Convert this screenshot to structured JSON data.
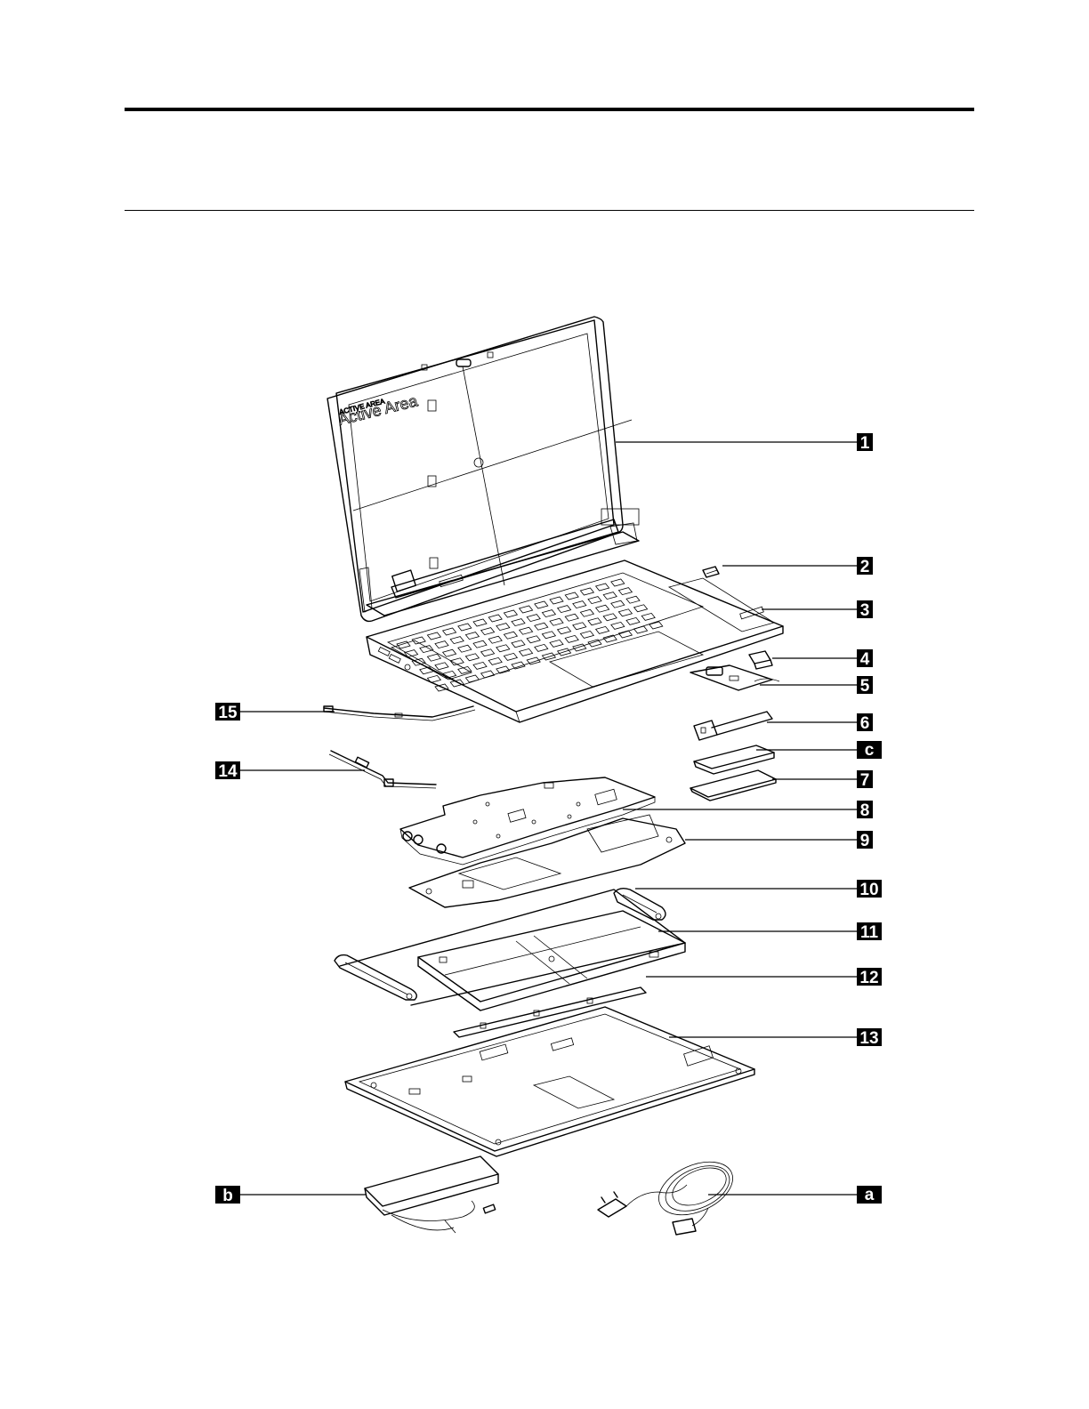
{
  "screen_text": {
    "active_area_small": "ACTIVE AREA",
    "active_area_large": "Active Area"
  },
  "callouts": [
    {
      "id": "1",
      "label": "1"
    },
    {
      "id": "2",
      "label": "2"
    },
    {
      "id": "3",
      "label": "3"
    },
    {
      "id": "4",
      "label": "4"
    },
    {
      "id": "5",
      "label": "5"
    },
    {
      "id": "6",
      "label": "6"
    },
    {
      "id": "c",
      "label": "c"
    },
    {
      "id": "7",
      "label": "7"
    },
    {
      "id": "8",
      "label": "8"
    },
    {
      "id": "9",
      "label": "9"
    },
    {
      "id": "10",
      "label": "10"
    },
    {
      "id": "11",
      "label": "11"
    },
    {
      "id": "12",
      "label": "12"
    },
    {
      "id": "13",
      "label": "13"
    },
    {
      "id": "15",
      "label": "15"
    },
    {
      "id": "14",
      "label": "14"
    },
    {
      "id": "b",
      "label": "b"
    },
    {
      "id": "a",
      "label": "a"
    }
  ]
}
